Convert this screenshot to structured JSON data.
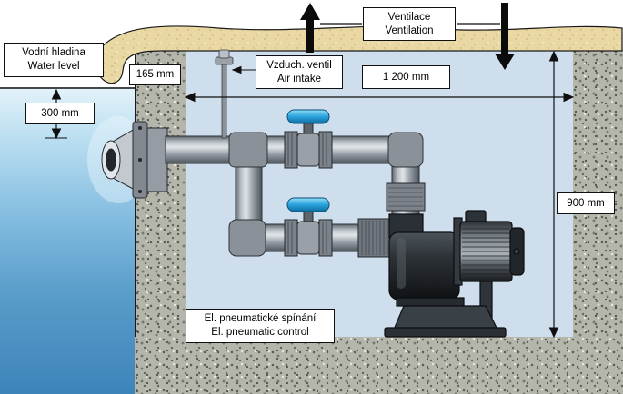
{
  "diagram": {
    "title": "pool-pump-pit-installation-diagram",
    "labels": {
      "water_level_cz": "Vodní hladina",
      "water_level_en": "Water level",
      "dim_300": "300 mm",
      "dim_165": "165 mm",
      "air_intake_cz": "Vzduch. ventil",
      "air_intake_en": "Air intake",
      "ventilation_cz": "Ventilace",
      "ventilation_en": "Ventilation",
      "dim_1200": "1 200 mm",
      "dim_900": "900 mm",
      "pneumatic_cz": "El. pneumatické spínání",
      "pneumatic_en": "El. pneumatic control"
    },
    "icons": {
      "ventilation_up": "arrow-up",
      "ventilation_down": "arrow-down",
      "dimension_arrows": "double-headed-arrow"
    },
    "colors": {
      "water_top": "#e4f3fa",
      "water_bottom": "#3d84b9",
      "pit_interior": "#cfdeec",
      "sand": "#e9d8a3",
      "concrete": "#b4b6ab",
      "valve_handle": "#2ba3dc",
      "pump_dark": "#16191c",
      "pipe_gray": "#9aa1a8",
      "outline": "#1a1a1a"
    }
  }
}
